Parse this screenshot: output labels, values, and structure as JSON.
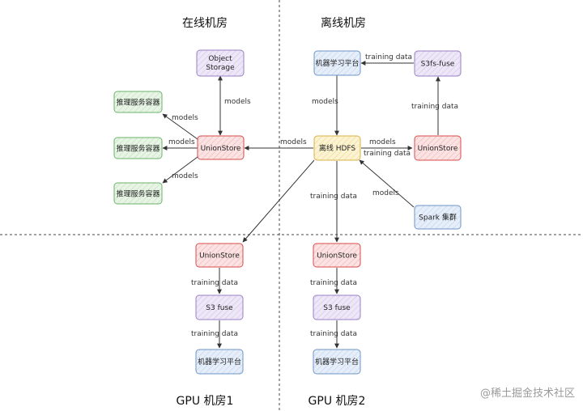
{
  "regions": {
    "online": "在线机房",
    "offline": "离线机房",
    "gpu1": "GPU 机房1",
    "gpu2": "GPU 机房2"
  },
  "watermark": "@稀土掘金技术社区",
  "colors": {
    "red": "#d94b4b",
    "red_fill": "#fbe3e3",
    "green": "#6bb36b",
    "green_fill": "#e5f4e3",
    "purple": "#9a7fc4",
    "purple_fill": "#ece4f6",
    "blue": "#6f95c7",
    "blue_fill": "#e3ecf8",
    "yellow": "#d8b24a",
    "yellow_fill": "#fbf1cc"
  },
  "nodes": {
    "object_storage": {
      "line1": "Object",
      "line2": "Storage"
    },
    "infer1": "推理服务容器",
    "infer2": "推理服务容器",
    "infer3": "推理服务容器",
    "unionstore_online": "UnionStore",
    "ml_platform_offline": "机器学习平台",
    "s3fs_fuse": "S3fs-fuse",
    "hdfs": "离线 HDFS",
    "unionstore_offline": "UnionStore",
    "spark": "Spark 集群",
    "unionstore_gpu1": "UnionStore",
    "s3fuse_gpu1": "S3 fuse",
    "ml_gpu1": "机器学习平台",
    "unionstore_gpu2": "UnionStore",
    "s3fuse_gpu2": "S3 fuse",
    "ml_gpu2": "机器学习平台"
  },
  "edges": {
    "os_us": "models",
    "us_i1": "models",
    "us_i2": "models",
    "us_i3": "models",
    "hdfs_us_online": "models",
    "s3fs_ml": "training data",
    "ml_hdfs": "models",
    "hdfs_us_off_models": "models",
    "hdfs_us_off_training": "training data",
    "us_off_s3fs": "training data",
    "spark_hdfs": "models",
    "hdfs_gpu2": "training data",
    "g1_us_s3": "training data",
    "g1_s3_ml": "training data",
    "g2_us_s3": "training data",
    "g2_s3_ml": "training data"
  }
}
